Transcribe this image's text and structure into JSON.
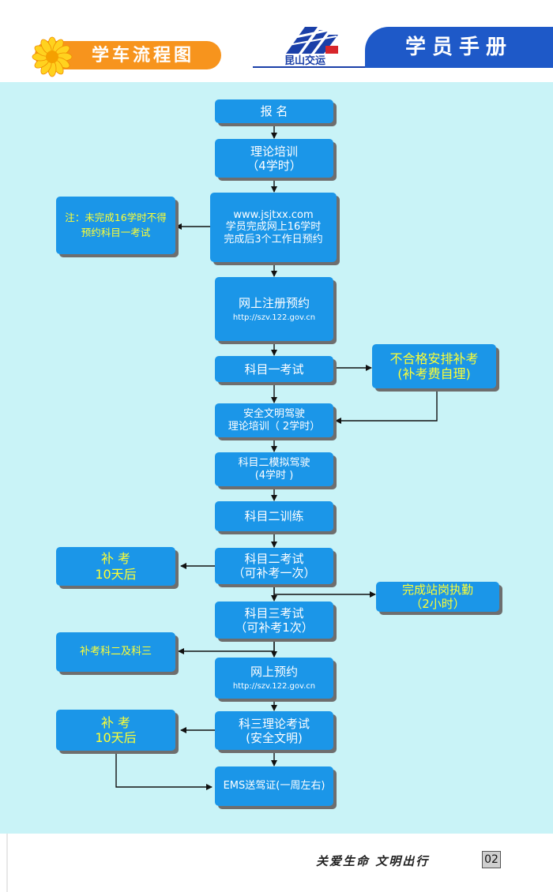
{
  "header": {
    "section_title": "学车流程图",
    "logo_text": "昆山交运",
    "handbook_title": "学员手册"
  },
  "flow": {
    "register": "报  名",
    "theory_training": "理论培训",
    "theory_hours": "（4学时）",
    "online_url": "www.jsjtxx.com",
    "online_line2": "学员完成网上16学时",
    "online_line3": "完成后3个工作日预约",
    "note": "注：未完成16学时不得预约科目一考试",
    "online_register": "网上注册预约",
    "online_register_url": "http://szv.122.gov.cn",
    "subject1_exam": "科目一考试",
    "fail_retake": "不合格安排补考",
    "fail_retake_fee": "(补考费自理)",
    "safe_driving": "安全文明驾驶",
    "safe_driving_hours": "理论培训（ 2学时）",
    "subject2_sim": "科目二模拟驾驶",
    "subject2_sim_hours": "(4学时 )",
    "subject2_training": "科目二训练",
    "subject2_exam": "科目二考试",
    "subject2_exam_note": "（可补考一次）",
    "retake_a": "补  考",
    "retake_a_days": "10天后",
    "station_duty": "完成站岗执勤",
    "station_duty_hours": "（2小时）",
    "subject3_exam": "科目三考试",
    "subject3_exam_note": "（可补考1次）",
    "retake_23": "补考科二及科三",
    "online_booking": "网上预约",
    "online_booking_url": "http://szv.122.gov.cn",
    "subject3_theory": "科三理论考试",
    "subject3_theory_note": "(安全文明)",
    "retake_b": "补  考",
    "retake_b_days": "10天后",
    "ems": "EMS送驾证(一周左右)"
  },
  "footer": {
    "slogan": "关爱生命  文明出行",
    "page_number": "02"
  },
  "colors": {
    "box_blue": "#1b96e8",
    "panel_bg": "#c9f3f7",
    "accent_orange": "#f7941d",
    "brand_blue": "#1e59c8",
    "highlight_yellow": "#ffff33"
  }
}
